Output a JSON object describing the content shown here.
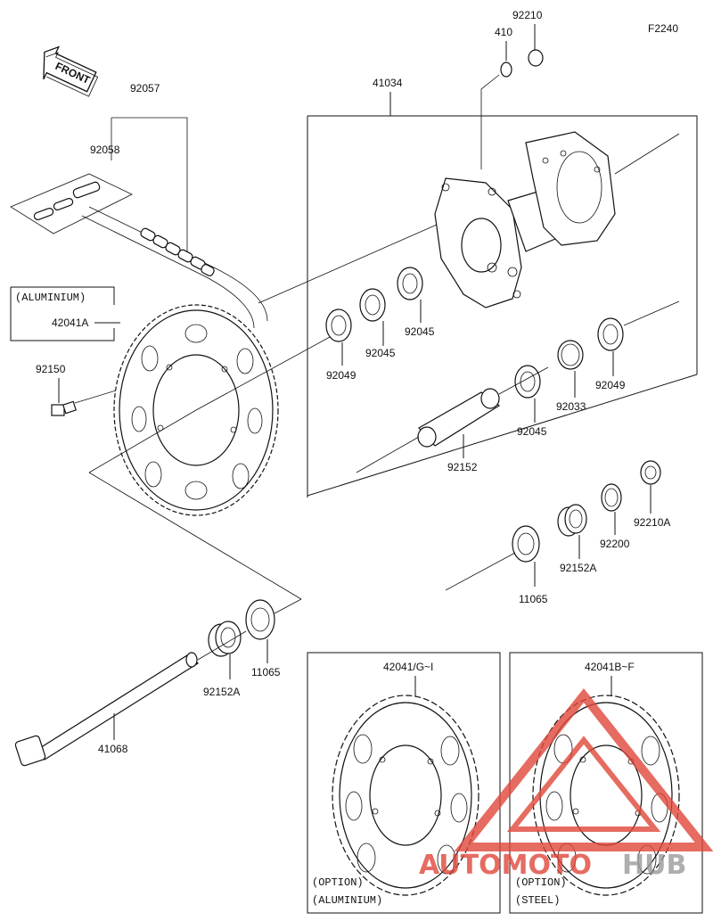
{
  "figure_code": "F2240",
  "front_label": "FRONT",
  "box_aluminium_label": "(ALUMINIUM)",
  "callouts": {
    "p92210": "92210",
    "p410": "410",
    "p41034": "41034",
    "p92057": "92057",
    "p92058": "92058",
    "p42041A": "42041A",
    "p92150": "92150",
    "p92049_left": "92049",
    "p92045_a": "92045",
    "p92045_b": "92045",
    "p92045_c": "92045",
    "p92033": "92033",
    "p92049_right": "92049",
    "p92152": "92152",
    "p92210A": "92210A",
    "p92200": "92200",
    "p92152A_right": "92152A",
    "p11065_right": "11065",
    "p11065_left": "11065",
    "p92152A_left": "92152A",
    "p41068": "41068"
  },
  "option_panels": {
    "aluminium": {
      "part": "42041/G~I",
      "option_line": "(OPTION)",
      "material_line": "(ALUMINIUM)"
    },
    "steel": {
      "part": "42041B~F",
      "option_line": "(OPTION)",
      "material_line": "(STEEL)"
    }
  },
  "watermark": {
    "text_part1": "AUTOMOTO",
    "text_part2": "HUB",
    "color_primary": "#e0473a",
    "color_secondary": "#9a9a9a"
  }
}
